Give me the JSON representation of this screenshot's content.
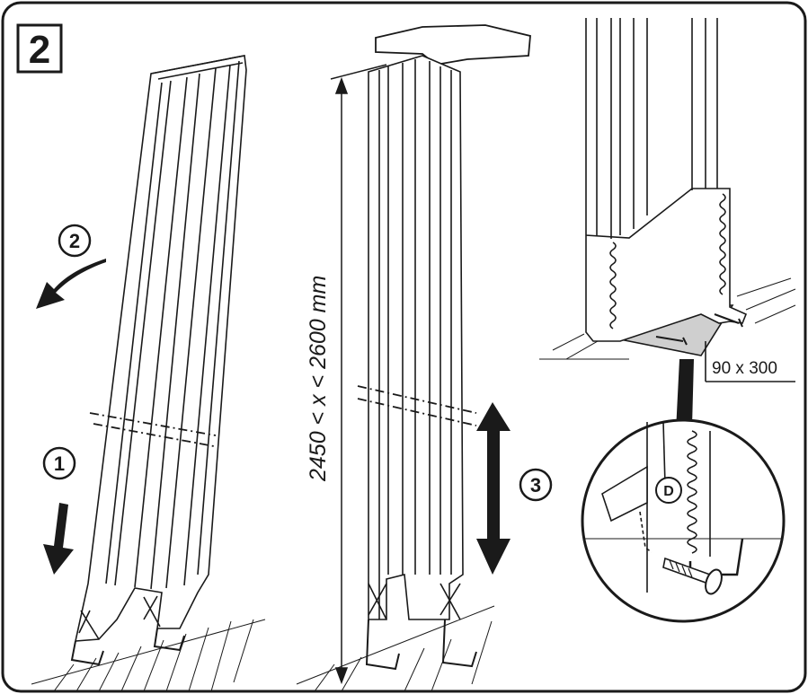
{
  "step": {
    "number": "2"
  },
  "markers": {
    "one": "1",
    "two": "2",
    "three": "3"
  },
  "dimension": {
    "height_range": "2450 < x < 2600 mm"
  },
  "detail": {
    "size_label": "90 x 300",
    "clip_letter": "D"
  },
  "colors": {
    "line": "#1a1a1a",
    "background": "#ffffff",
    "plate": "#cfcfcf",
    "floor": "#b9b9b9"
  },
  "icons": [
    "arrow-down-icon",
    "curved-arrow-left-icon",
    "double-arrow-vertical-icon",
    "screw-icon",
    "magnifier-circle-icon"
  ]
}
